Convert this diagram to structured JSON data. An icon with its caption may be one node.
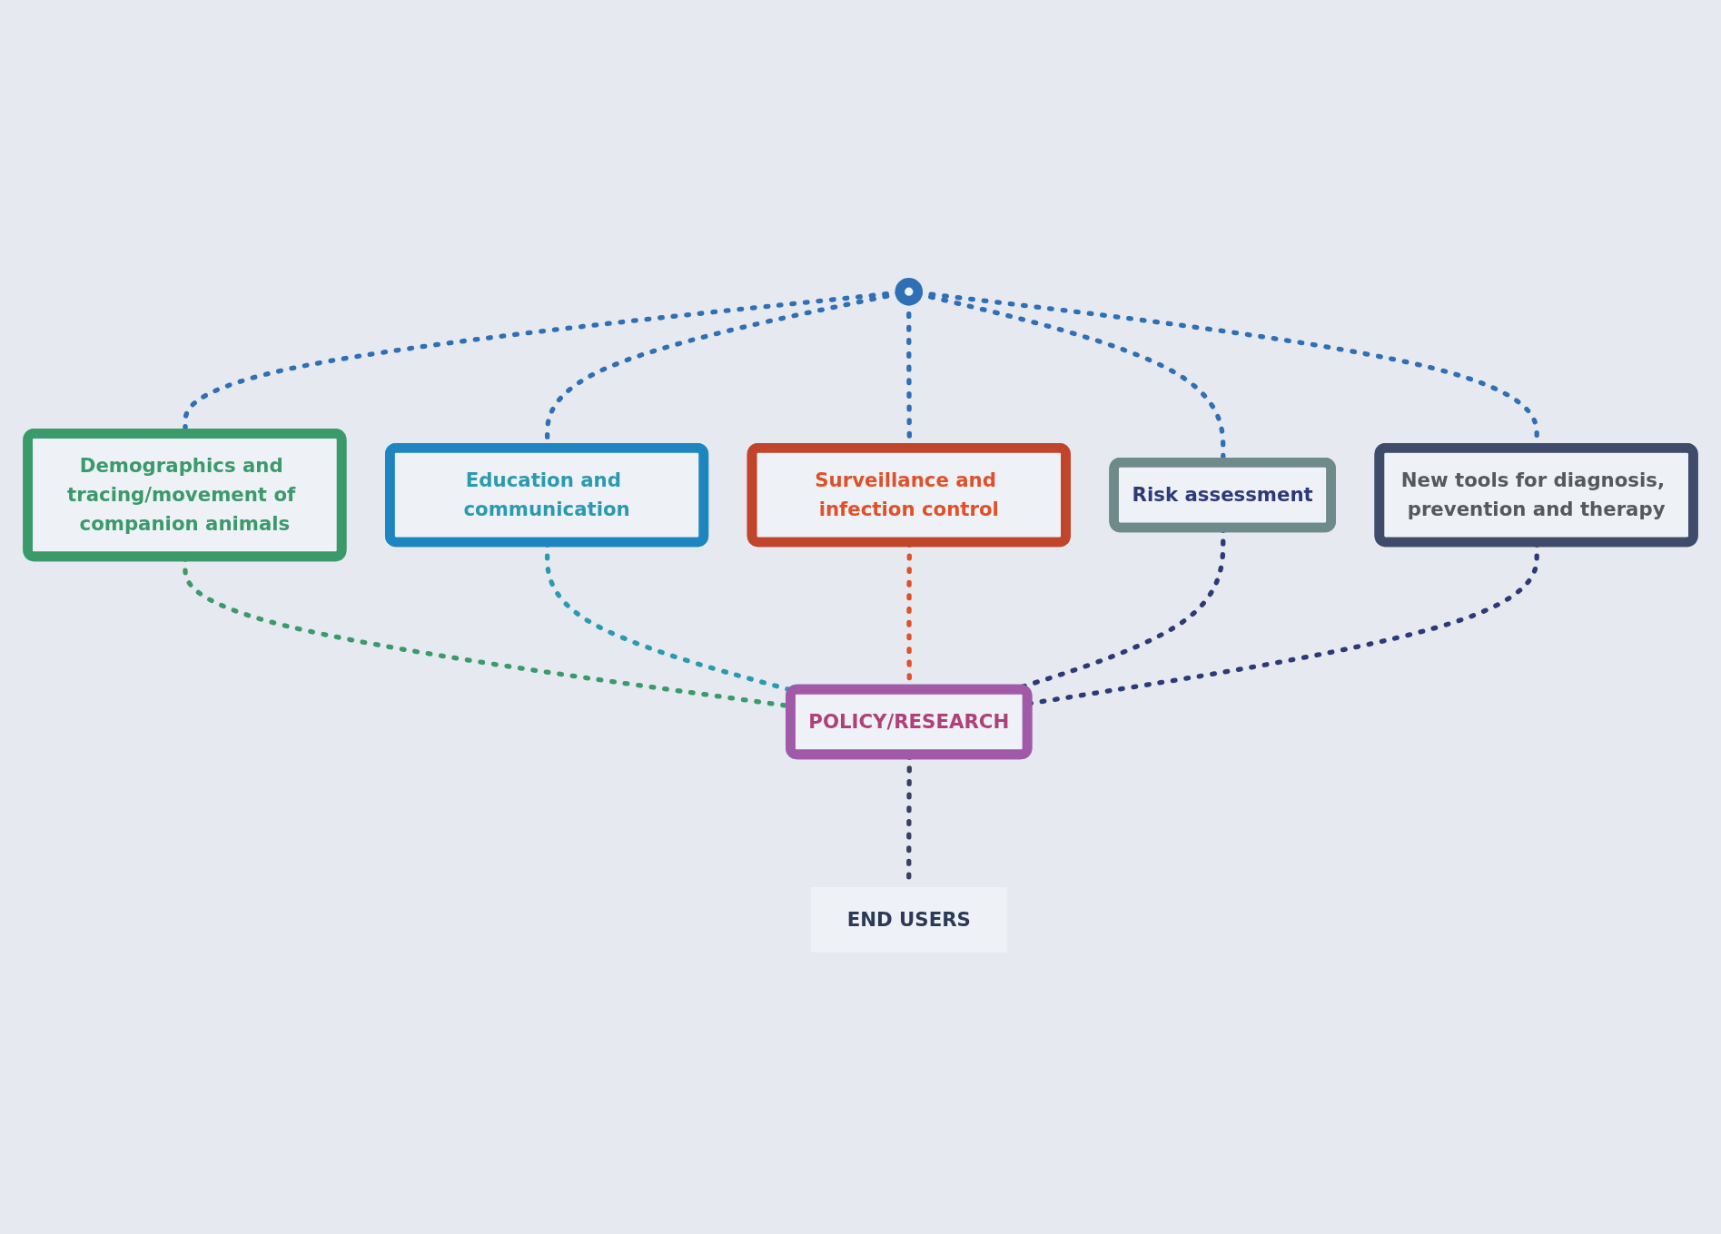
{
  "diagram": {
    "nodes": [
      {
        "text": [],
        "shape": "circle"
      },
      {
        "text": [
          "Demographics and tracing/movement of companion animals"
        ]
      },
      {
        "text": [
          "Education and communication"
        ]
      },
      {
        "text": [
          "Surveillance and infection control"
        ]
      },
      {
        "text": [
          "Risk assessment"
        ]
      },
      {
        "text": [
          "New tools for diagnosis, prevention and therapy"
        ]
      },
      {
        "text": [
          "POLICY/RESEARCH"
        ]
      },
      {
        "text": [
          "END USERS"
        ]
      }
    ],
    "edges": [
      {
        "from": 0,
        "to": 1,
        "arrow": "none",
        "style": "dashed"
      },
      {
        "from": 0,
        "to": 2,
        "arrow": "none",
        "style": "dashed"
      },
      {
        "from": 0,
        "to": 3,
        "arrow": "none",
        "style": "dashed"
      },
      {
        "from": 0,
        "to": 4,
        "arrow": "none",
        "style": "dashed"
      },
      {
        "from": 0,
        "to": 5,
        "arrow": "none",
        "style": "dashed"
      },
      {
        "from": 1,
        "to": 6,
        "arrow": "none",
        "style": "dashed",
        "color": "#3a9a6a"
      },
      {
        "from": 2,
        "to": 6,
        "arrow": "none",
        "style": "dashed",
        "color": "#2a9ab0"
      },
      {
        "from": 3,
        "to": 6,
        "arrow": "none",
        "style": "dashed",
        "color": "#e0502a"
      },
      {
        "from": 4,
        "to": 6,
        "arrow": "none",
        "style": "dashed",
        "color": "#2c3a78"
      },
      {
        "from": 5,
        "to": 6,
        "arrow": "none",
        "style": "dashed",
        "color": "#2c3a78"
      },
      {
        "from": 6,
        "to": 7,
        "arrow": "none",
        "style": "dashed",
        "color": "#3a4060"
      }
    ]
  }
}
